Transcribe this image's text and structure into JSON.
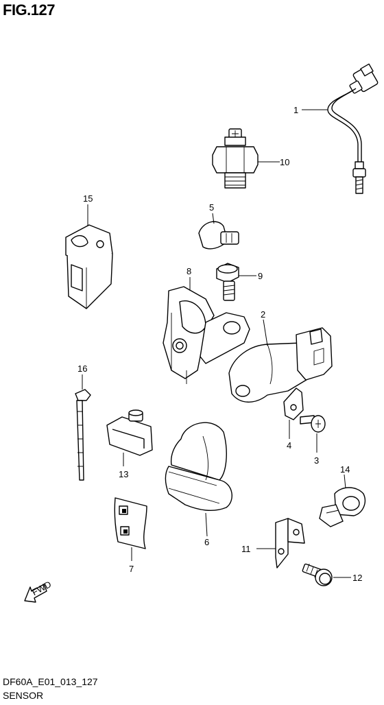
{
  "figure": {
    "title": "FIG.127",
    "code": "DF60A_E01_013_127",
    "name": "SENSOR"
  },
  "fwd_label": "FWD",
  "callouts": [
    {
      "id": "c1",
      "label": "1"
    },
    {
      "id": "c2",
      "label": "2"
    },
    {
      "id": "c3",
      "label": "3"
    },
    {
      "id": "c4",
      "label": "4"
    },
    {
      "id": "c5",
      "label": "5"
    },
    {
      "id": "c6",
      "label": "6"
    },
    {
      "id": "c7",
      "label": "7"
    },
    {
      "id": "c8",
      "label": "8"
    },
    {
      "id": "c9",
      "label": "9"
    },
    {
      "id": "c10",
      "label": "10"
    },
    {
      "id": "c11",
      "label": "11"
    },
    {
      "id": "c12",
      "label": "12"
    },
    {
      "id": "c13",
      "label": "13"
    },
    {
      "id": "c14",
      "label": "14"
    },
    {
      "id": "c15",
      "label": "15"
    },
    {
      "id": "c16",
      "label": "16"
    }
  ]
}
